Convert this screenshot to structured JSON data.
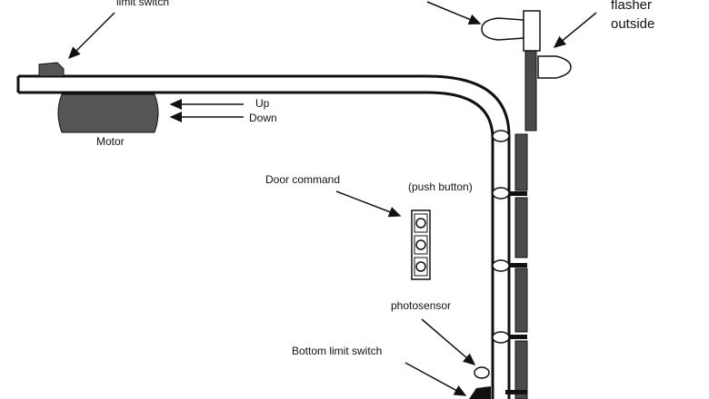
{
  "diagram": {
    "labels": {
      "top_limit_switch": "limit switch",
      "flasher": "flasher",
      "outside": "outside",
      "motor": "Motor",
      "up": "Up",
      "down": "Down",
      "door_command": "Door command",
      "push_button": "(push button)",
      "photosensor": "photosensor",
      "bottom_limit_switch": "Bottom limit switch"
    },
    "colors": {
      "line": "#111111",
      "motor_fill": "#555555",
      "panel_fill": "#4a4a4a",
      "background": "#ffffff"
    },
    "icons": {
      "motor": "motor-body",
      "push_buttons": "three-button-panel",
      "flasher": "warning-light",
      "photosensor": "photo-eye"
    },
    "push_button_count": 3
  }
}
